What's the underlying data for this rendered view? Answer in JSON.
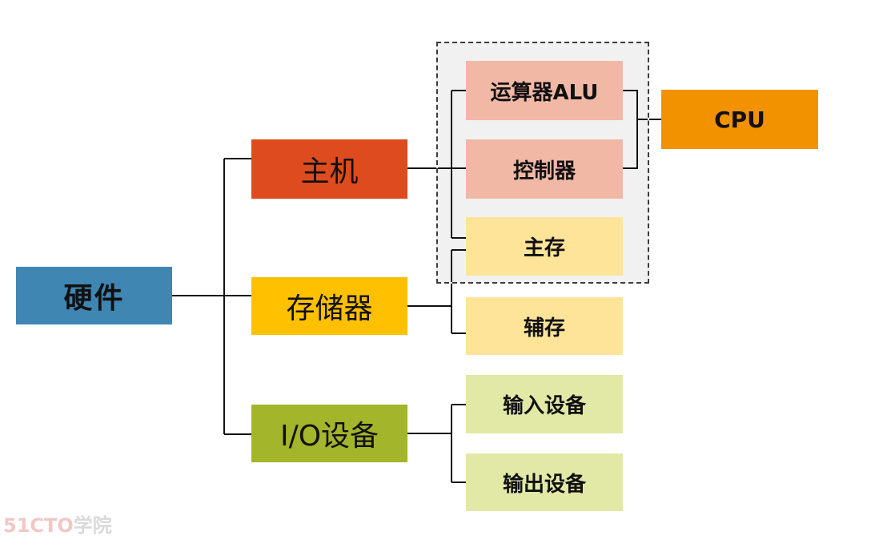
{
  "nodes": {
    "hardware": "硬件",
    "host": "主机",
    "storage": "存储器",
    "io": "I/O设备",
    "alu": "运算器ALU",
    "controller": "控制器",
    "main_memory": "主存",
    "aux_memory": "辅存",
    "input_device": "输入设备",
    "output_device": "输出设备",
    "cpu": "CPU"
  },
  "colors": {
    "hardware": "#3f86b3",
    "host": "#dd4b1e",
    "storage": "#ffc000",
    "io": "#a3b52a",
    "cpu_parts": "#f2b8a6",
    "memory_parts": "#fde499",
    "io_parts": "#e2e9a6",
    "cpu": "#f39200",
    "cpu_group_fill": "#f1f1f1"
  },
  "watermark": {
    "brand": "51CTO",
    "suffix": "学院"
  }
}
